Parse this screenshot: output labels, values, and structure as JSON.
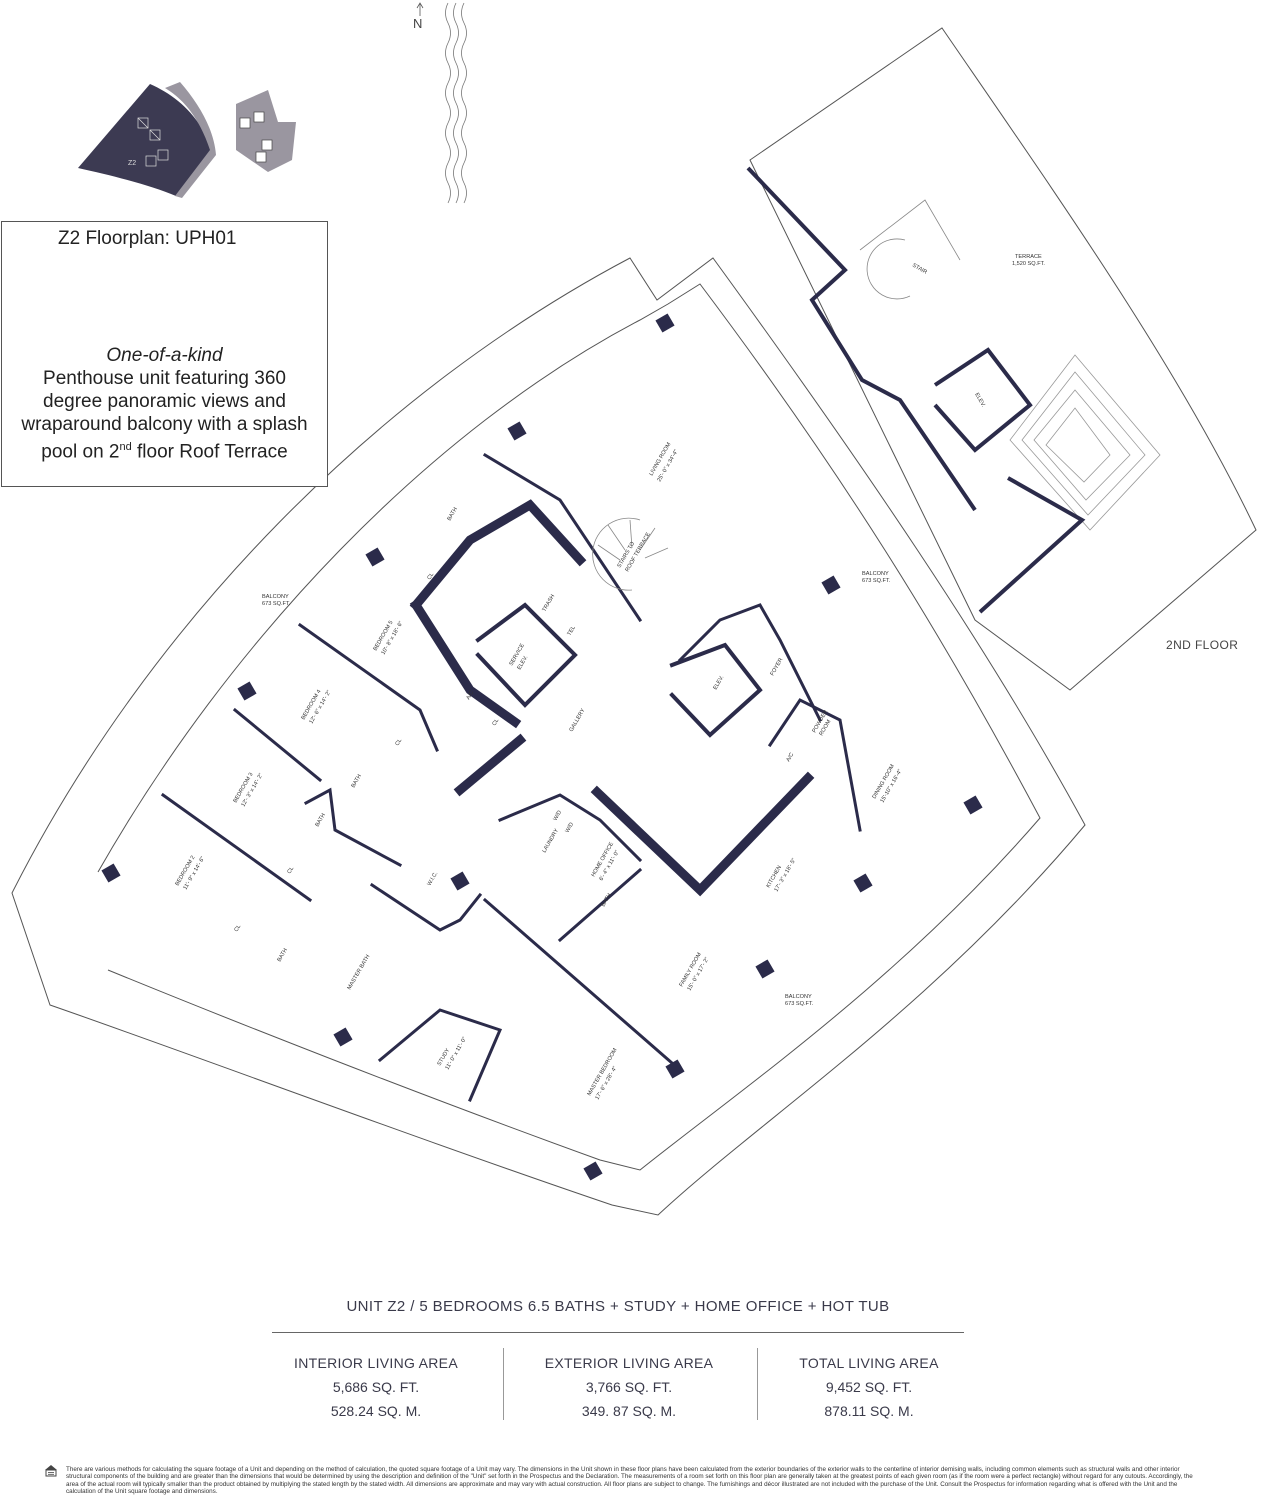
{
  "compass": {
    "north": "N"
  },
  "keyplan": {
    "unit_tag": "Z2"
  },
  "info_box": {
    "title": "Z2 Floorplan: UPH01",
    "tagline": "One-of-a-kind",
    "description": "Penthouse unit featuring 360 degree panoramic views and wraparound balcony with a splash pool on 2",
    "sup": "nd",
    "description_end": " floor Roof Terrace"
  },
  "second_floor": {
    "label": "2ND FLOOR",
    "terrace": "TERRACE",
    "terrace_area": "1,520 SQ.FT.",
    "stair": "STAIR",
    "elev": "ELEV."
  },
  "rooms": {
    "living_room": "LIVING ROOM",
    "living_room_dim": "25'- 0\" x 34'-4\"",
    "stairs_roof": "STAIRS TO",
    "stairs_roof_2": "ROOF TERRACE",
    "bath": "BATH",
    "cl": "CL",
    "trash": "TRASH",
    "tel": "TEL",
    "service_elev": "SERVICE",
    "service_elev_2": "ELEV.",
    "ac": "A/C",
    "gallery": "GALLERY",
    "bedroom5": "BEDROOM 5",
    "bedroom5_dim": "10'- 8\" x 18'- 6\"",
    "bedroom4": "BEDROOM 4",
    "bedroom4_dim": "12'- 6\" x 14'- 2\"",
    "bedroom3": "BEDROOM 3",
    "bedroom3_dim": "12'- 3\" x 14'- 2\"",
    "bedroom2": "BEDROOM 2",
    "bedroom2_dim": "11'- 9\" x 14'- 6\"",
    "elev": "ELEV.",
    "foyer": "FOYER",
    "powder": "POWDER",
    "powder_2": "ROOM",
    "dining": "DINING ROOM",
    "dining_dim": "15'-10\" x 16'-4\"",
    "laundry": "LAUNDRY",
    "wd": "W/D",
    "home_office": "HOME OFFICE",
    "home_office_dim": "6'- 4\" x 11'- 0\"",
    "kitchen": "KITCHEN",
    "kitchen_dim": "17'- 3\" x 18'- 5\"",
    "family": "FAMILY ROOM",
    "family_dim": "15'- 0\" x 17'- 2\"",
    "wic": "W.I.C.",
    "master_bath": "MASTER BATH",
    "study": "STUDY",
    "study_dim": "11'- 0\" x 11'- 0\"",
    "master_bed": "MASTER BEDROOM",
    "master_bed_dim": "17'- 6\" x 28'- 4\"",
    "balcony": "BALCONY",
    "balcony_area": "673 SQ.FT."
  },
  "summary": {
    "unit_title": "UNIT Z2 / 5 BEDROOMS 6.5 BATHS + STUDY + HOME OFFICE + HOT TUB",
    "interior": {
      "heading": "INTERIOR LIVING AREA",
      "sqft": "5,686 SQ. FT.",
      "sqm": "528.24 SQ. M."
    },
    "exterior": {
      "heading": "EXTERIOR LIVING AREA",
      "sqft": "3,766 SQ. FT.",
      "sqm": "349. 87 SQ. M."
    },
    "total": {
      "heading": "TOTAL LIVING AREA",
      "sqft": "9,452 SQ. FT.",
      "sqm": "878.11 SQ. M."
    }
  },
  "disclaimer": "There are various methods for calculating the square footage of a Unit and depending on the method of calculation, the quoted square footage of a Unit may vary. The dimensions in the Unit shown in these floor plans have been calculated from the exterior boundaries of the exterior walls to the centerline of interior demising walls, including common elements such as structural walls and other interior structural components of the building and are greater than the dimensions that would be determined by using the description and definition of the \"Unit\" set forth in the Prospectus and the Declaration. The measurements of a room set forth on this floor plan are generally taken at the greatest points of each given room (as if the room were a perfect rectangle) without regard for any cutouts. Accordingly, the area of the actual room will typically smaller than the product obtained by multiplying the stated length by the stated width. All dimensions are approximate and may vary with actual construction. All floor plans are subject to change. The furnishings and décor illustrated are not included with the purchase of the Unit. Consult the Prospectus for information regarding what is offered with the Unit and the calculation of the Unit square footage and dimensions.",
  "colors": {
    "wall": "#2b2b4a",
    "keyplan_fill": "#9a96a0",
    "keyplan_dark": "#3c3a52"
  }
}
